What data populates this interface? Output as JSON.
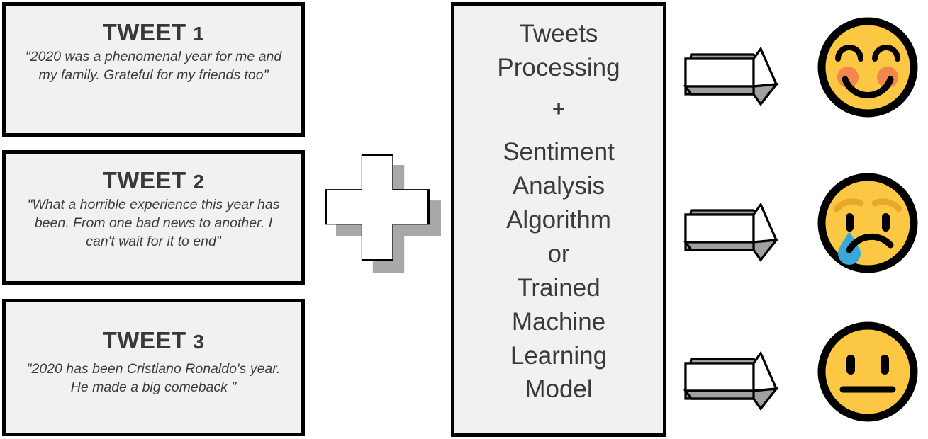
{
  "tweets": [
    {
      "title": "TWEET",
      "number": "1",
      "text": "\"2020 was a phenomenal year for me and my family. Grateful for my friends too\""
    },
    {
      "title": "TWEET",
      "number": "2",
      "text": "\"What a horrible experience this year has been. From one bad news to another. I can't wait for it to end\""
    },
    {
      "title": "TWEET",
      "number": "3",
      "text": "\"2020 has been Cristiano Ronaldo's year. He made a big comeback \""
    }
  ],
  "combiner": {
    "symbol": "plus-sign",
    "shadow_color": "#a8a8a8",
    "fill_color": "#ffffff",
    "outline_color": "#000000"
  },
  "process": {
    "line1": "Tweets",
    "line2": "Processing",
    "plus": "+",
    "line3": "Sentiment",
    "line4": "Analysis",
    "line5": "Algorithm",
    "line6": "or",
    "line7": "Trained",
    "line8": "Machine",
    "line9": "Learning",
    "line10": "Model",
    "background": "#f1f1f1",
    "border_color": "#000000"
  },
  "arrows": [
    {
      "name": "arrow-to-positive",
      "face_color": "#ffffff",
      "bevel_color": "#a0a0a0"
    },
    {
      "name": "arrow-to-negative",
      "face_color": "#ffffff",
      "bevel_color": "#a0a0a0"
    },
    {
      "name": "arrow-to-neutral",
      "face_color": "#ffffff",
      "bevel_color": "#a0a0a0"
    }
  ],
  "outcomes": [
    {
      "name": "smiling-face-with-smiling-eyes-emoji",
      "sentiment": "positive",
      "face_color": "#fcc844",
      "outline_color": "#000000",
      "blush_color": "#f2834b"
    },
    {
      "name": "crying-face-emoji",
      "sentiment": "negative",
      "face_color": "#fcc844",
      "outline_color": "#000000",
      "tear_color": "#3aa7dc",
      "brow_color": "#e8a92a"
    },
    {
      "name": "neutral-face-emoji",
      "sentiment": "neutral",
      "face_color": "#fcc844",
      "outline_color": "#000000"
    }
  ],
  "palette": {
    "card_background": "#f1f1f1",
    "card_border": "#000000",
    "title_text": "#383838",
    "body_text": "#3c3c3c",
    "page_background": "#ffffff"
  }
}
